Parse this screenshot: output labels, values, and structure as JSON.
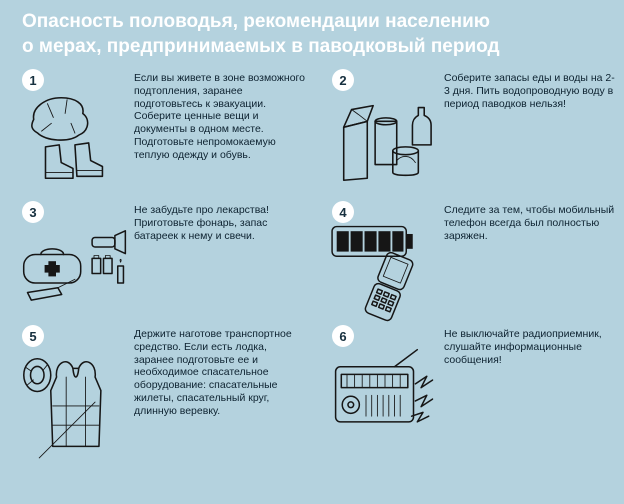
{
  "poster": {
    "title_line1": "Опасность половодья, рекомендации населению",
    "title_line2": "о мерах, предпринимаемых в паводковый период",
    "colors": {
      "background": "#b4d2de",
      "title": "#ffffff",
      "body_text": "#0d2230",
      "illustration": "#161616",
      "number_badge_bg": "#ffffff"
    },
    "items": [
      {
        "number": "1",
        "icon": "clothing-and-boots-icon",
        "text": "Если вы живете в зоне возможного подтопления, заранее подготовьтесь к эвакуации. Соберите ценные вещи и документы в одном месте. Подготовьте непромокаемую теплую одежду и обувь."
      },
      {
        "number": "2",
        "icon": "food-and-water-supplies-icon",
        "text": "Соберите запасы еды и воды на 2-3 дня. Пить водопроводную воду в период паводков нельзя!"
      },
      {
        "number": "3",
        "icon": "first-aid-kit-and-flashlight-icon",
        "text": "Не забудьте про лекарства! Приготовьте фонарь, запас батареек к нему и свечи."
      },
      {
        "number": "4",
        "icon": "charged-battery-and-phone-icon",
        "text": "Следите за тем, чтобы мобильный телефон всегда был полностью заряжен."
      },
      {
        "number": "5",
        "icon": "life-vest-and-rope-icon",
        "text": "Держите наготове транспортное средство. Если есть лодка, заранее подготовьте ее и необходимое спасательное оборудование: спасательные жилеты, спасательный круг, длинную веревку."
      },
      {
        "number": "6",
        "icon": "radio-receiver-icon",
        "text": "Не выключайте радиоприемник, слушайте информационные сообщения!"
      }
    ]
  }
}
